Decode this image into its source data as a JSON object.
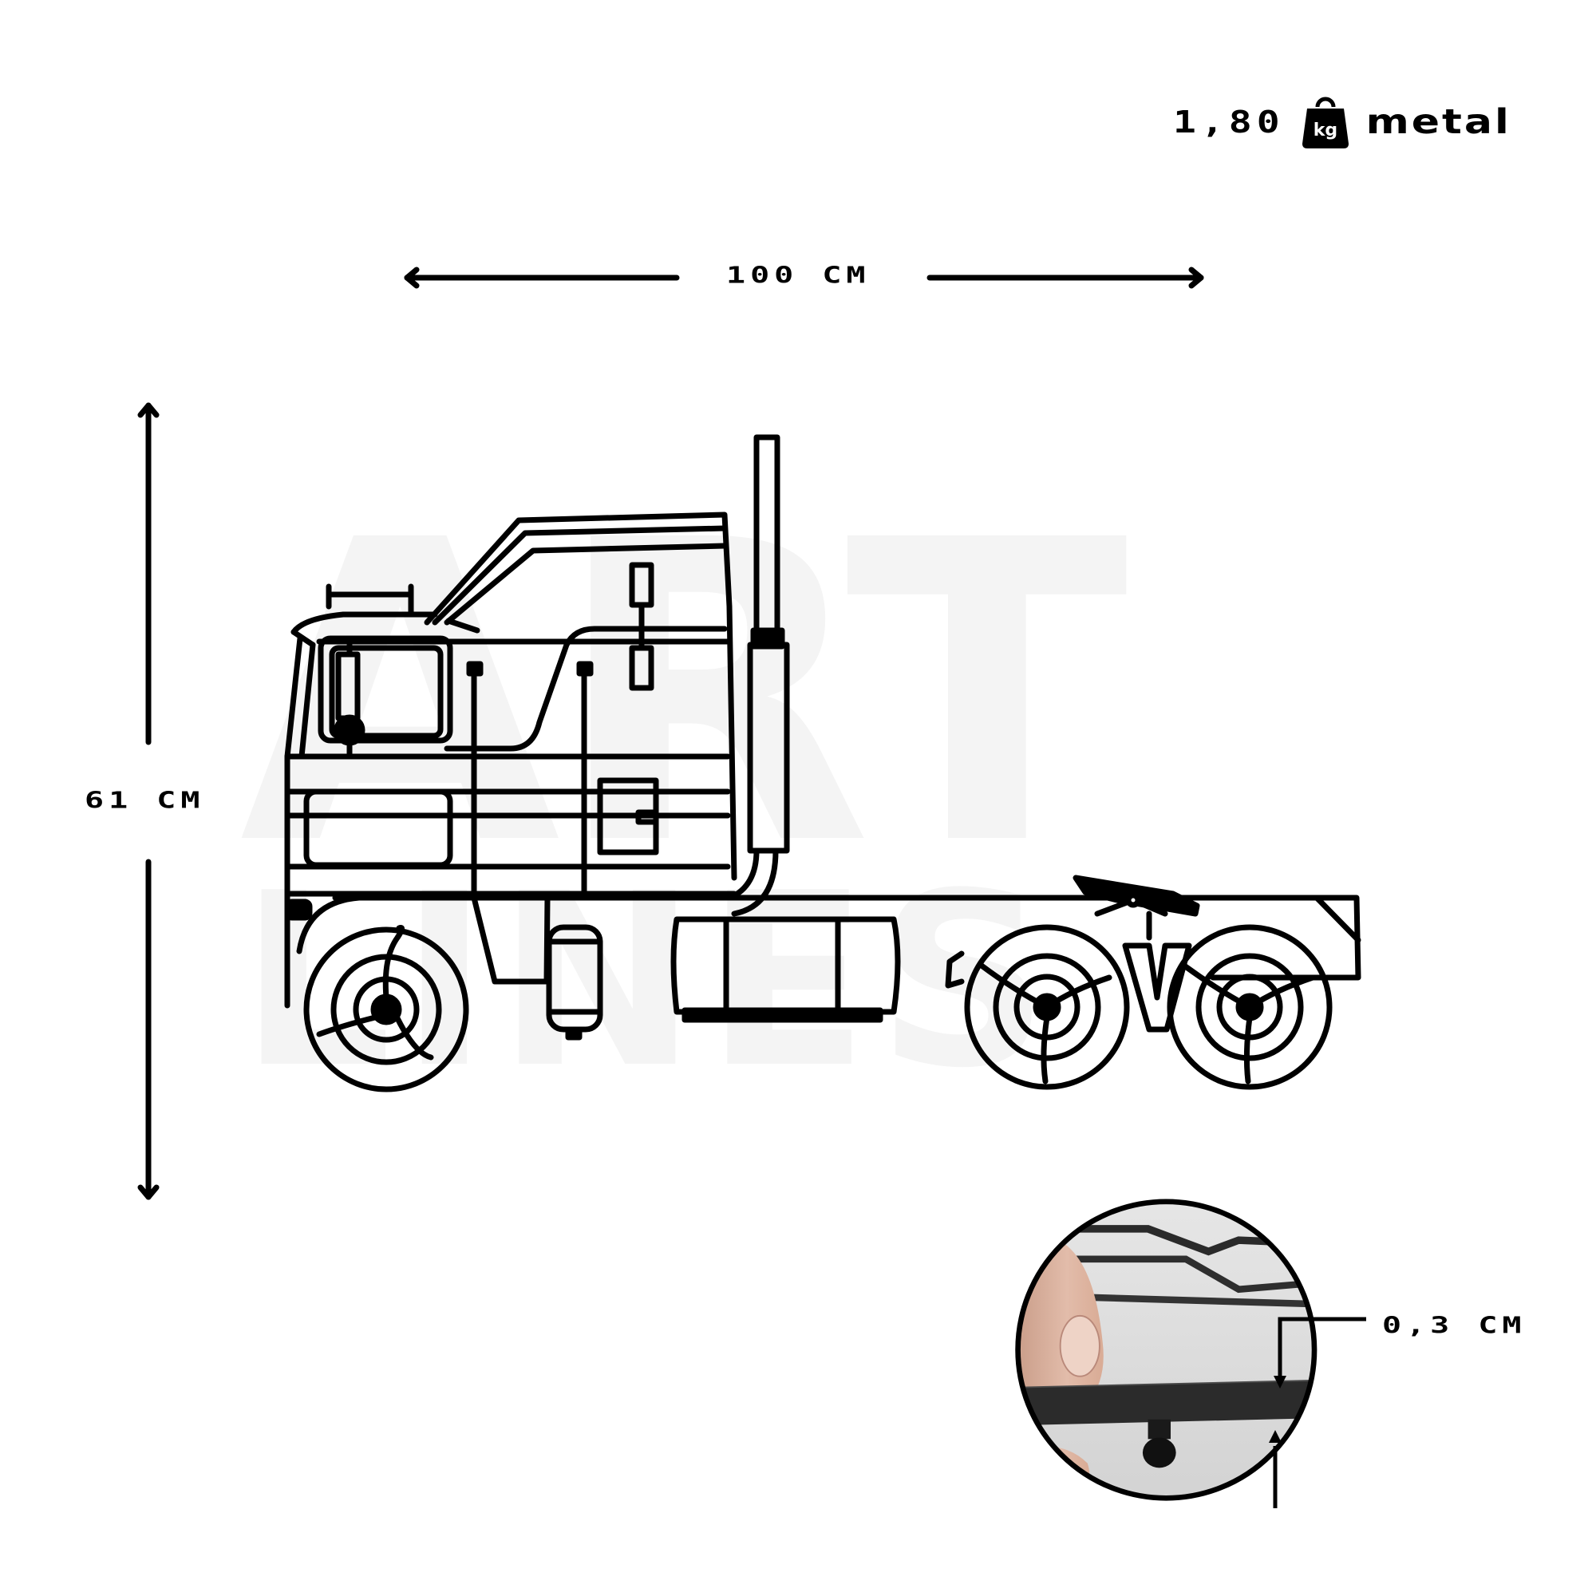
{
  "product": {
    "weight_value": "1,80",
    "weight_unit_icon": "kg-weight-icon",
    "weight_unit_icon_text": "kg",
    "material": "metal"
  },
  "dimensions": {
    "width_label": "100 CM",
    "height_label": "61 CM",
    "thickness_label": "0,3 CM"
  },
  "illustration": {
    "subject": "semi-truck tractor line art",
    "watermark_top": "ART",
    "watermark_bottom": "LINES",
    "line_color": "#000000",
    "watermark_tint": "#6b6b6b"
  },
  "inset": {
    "description": "close-up photo of finger holding metal strip with wall mount",
    "border_color": "#000000"
  },
  "colors": {
    "background": "#ffffff",
    "text": "#000000"
  }
}
